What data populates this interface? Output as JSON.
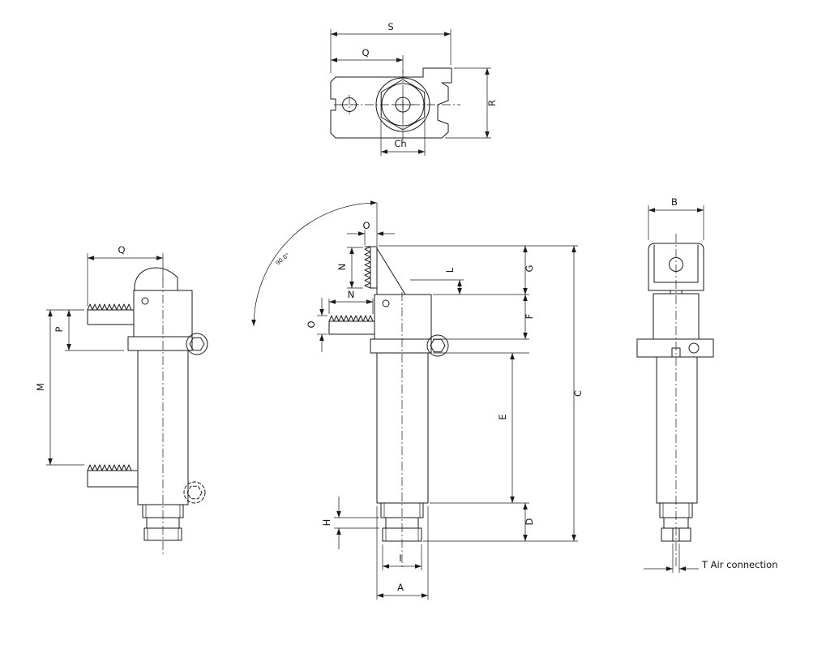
{
  "page": {
    "background": "#ffffff",
    "line_color": "#1a1a1a",
    "type": "technical-dimension-drawing"
  },
  "views": {
    "top": {
      "dims": {
        "s": "S",
        "q": "Q",
        "r": "R",
        "ch": "Ch"
      }
    },
    "side_left": {
      "dims": {
        "q": "Q",
        "p": "P",
        "m": "M"
      }
    },
    "front": {
      "angle": "90.0°",
      "dims": {
        "o_top": "O",
        "n_side": "N",
        "n_top": "N",
        "o_side": "O",
        "l": "L",
        "g": "G",
        "f": "F",
        "e": "E",
        "c": "C",
        "d": "D",
        "h": "H",
        "i": "I",
        "a": "A"
      }
    },
    "side_right": {
      "dims": {
        "b": "B",
        "t_air": "T Air connection"
      }
    }
  }
}
